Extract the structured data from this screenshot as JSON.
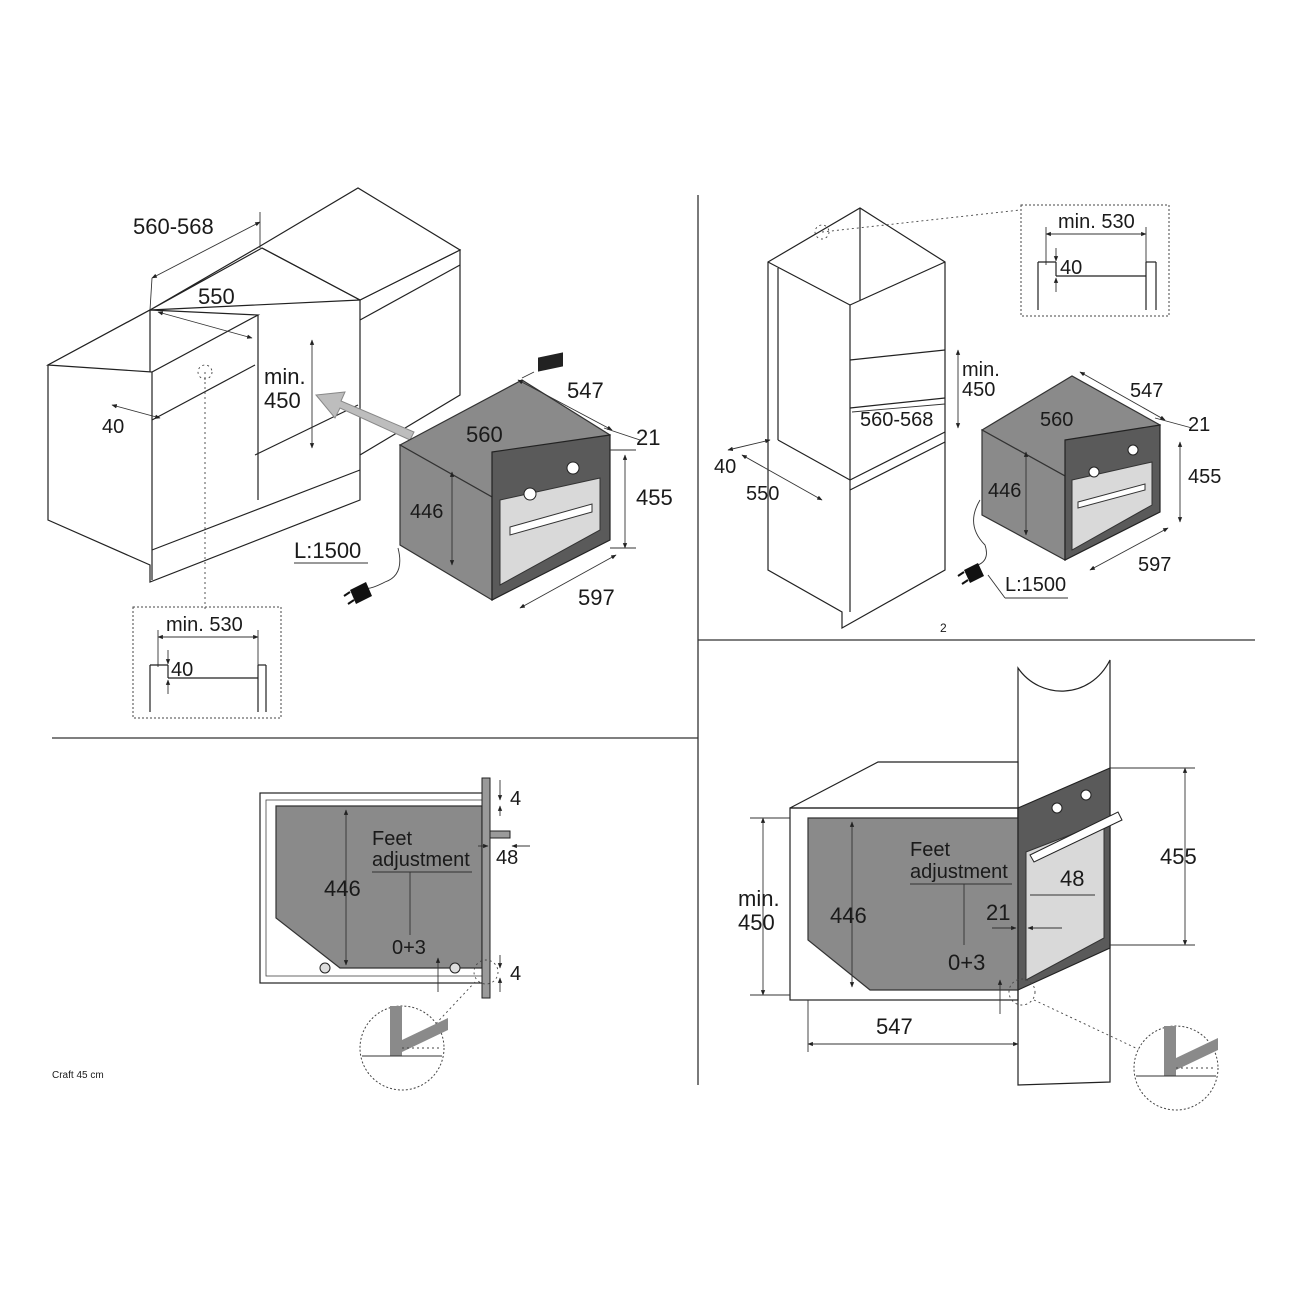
{
  "panel1": {
    "width_range": "560-568",
    "depth": "550",
    "min_label": "min.",
    "min_value": "450",
    "rear_gap": "40",
    "oven_depth": "547",
    "oven_width": "560",
    "front_thickness": "21",
    "oven_height": "455",
    "body_height": "446",
    "front_width": "597",
    "cable": "L:1500",
    "detail_min": "min. 530",
    "detail_gap": "40"
  },
  "panel2": {
    "detail_min": "min. 530",
    "detail_gap": "40",
    "min_label": "min.",
    "min_value": "450",
    "width_range": "560-568",
    "rear_gap": "40",
    "depth": "550",
    "oven_depth": "547",
    "oven_width": "560",
    "front_thickness": "21",
    "oven_height": "455",
    "body_height": "446",
    "front_width": "597",
    "cable": "L:1500",
    "page_number": "2"
  },
  "panel3": {
    "top_gap": "4",
    "handle_depth": "48",
    "body_height": "446",
    "feet_line1": "Feet",
    "feet_line2": "adjustment",
    "feet_range": "0+3",
    "bottom_gap": "4",
    "footer": "Craft 45 cm"
  },
  "panel4": {
    "min_label": "min.",
    "min_value": "450",
    "body_height": "446",
    "feet_line1": "Feet",
    "feet_line2": "adjustment",
    "handle_depth": "48",
    "front_thickness": "21",
    "feet_range": "0+3",
    "oven_depth": "547",
    "oven_height": "455"
  }
}
